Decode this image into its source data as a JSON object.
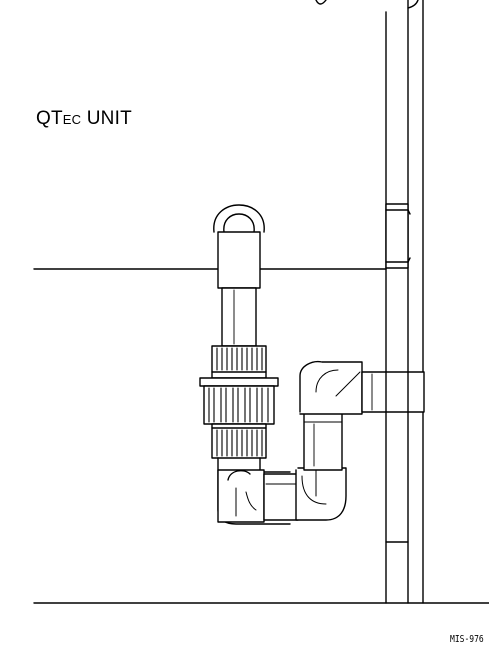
{
  "diagram": {
    "unit_label_main_1": "QT",
    "unit_label_small": "EC",
    "unit_label_main_2": " UNIT",
    "reference_code": "MIS-976"
  },
  "colors": {
    "line": "#000000",
    "background": "#ffffff"
  }
}
